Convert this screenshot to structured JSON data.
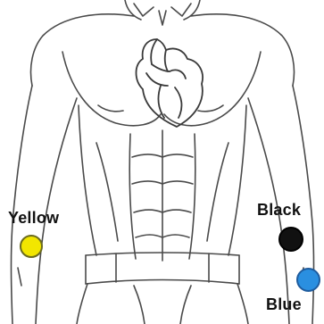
{
  "labels": {
    "yellow": "Yellow",
    "black": "Black",
    "blue": "Blue"
  },
  "colors": {
    "yellow": "#f2e600",
    "black": "#111111",
    "blue": "#2a8fe0",
    "outline": "#4a4a4a"
  },
  "icons": {
    "body": "torso-outline-icon",
    "heart": "heart-icon"
  }
}
